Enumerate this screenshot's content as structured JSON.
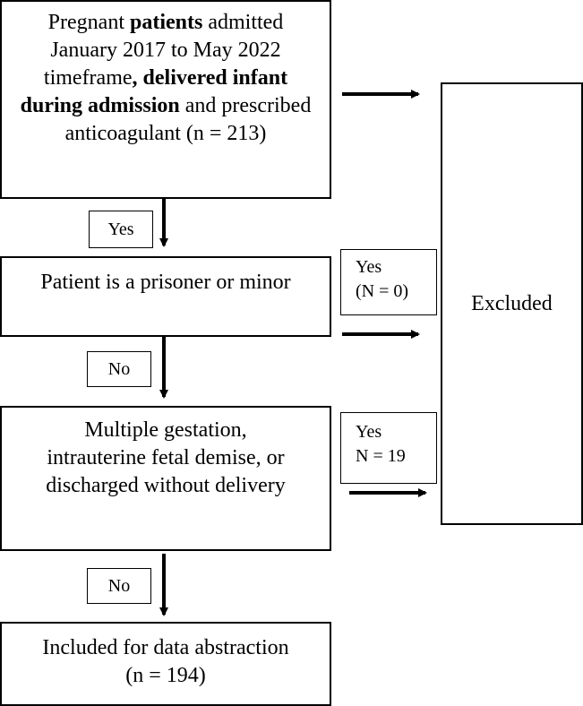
{
  "nodes": {
    "start": {
      "t1": "Pregnant ",
      "t2": "patients",
      "t3": " admitted January 2017 to May 2022 timeframe",
      "t4": ", delivered infant during admission",
      "t5": " and prescribed anticoagulant (n = 213)"
    },
    "prisoner": {
      "text": "Patient is a prisoner or minor"
    },
    "gestation": {
      "line1": "Multiple gestation,",
      "line2": "intrauterine fetal demise, or",
      "line3": "discharged without delivery"
    },
    "included": {
      "line1": "Included for data abstraction",
      "line2": "(n = 194)"
    },
    "excluded": {
      "text": "Excluded"
    }
  },
  "edges": {
    "yes_1": "Yes",
    "yes_2": {
      "line1": "Yes",
      "line2": "(N = 0)"
    },
    "no_1": "No",
    "yes_3": {
      "line1": "Yes",
      "line2": "N = 19"
    },
    "no_2": "No"
  }
}
